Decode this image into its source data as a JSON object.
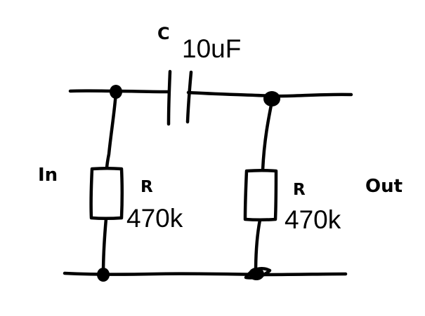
{
  "circuit": {
    "input_label": "In",
    "output_label": "Out",
    "capacitor": {
      "name": "C",
      "value": "10uF"
    },
    "resistor_input": {
      "name": "R",
      "value": "470k"
    },
    "resistor_output": {
      "name": "R",
      "value": "470k"
    }
  }
}
